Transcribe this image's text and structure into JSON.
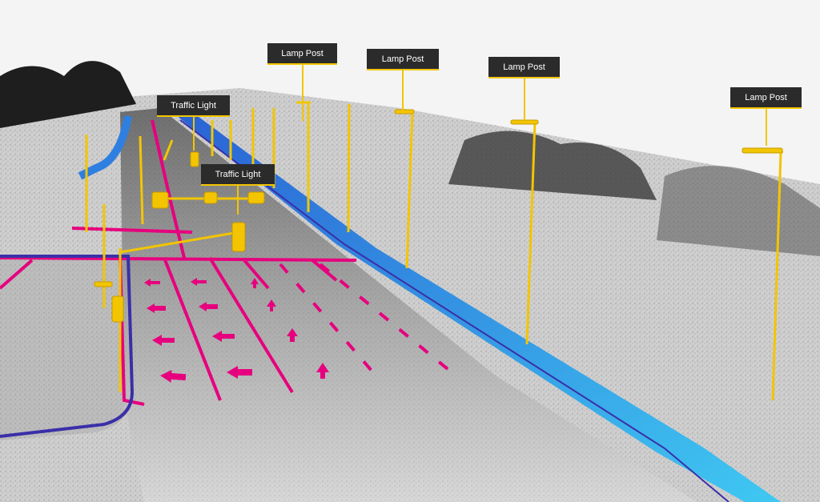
{
  "labels": {
    "lamp_post_1": "Lamp Post",
    "lamp_post_2": "Lamp Post",
    "lamp_post_3": "Lamp Post",
    "lamp_post_4": "Lamp Post",
    "traffic_light_1": "Traffic Light",
    "traffic_light_2": "Traffic Light"
  },
  "colors": {
    "background": "#f4f4f4",
    "road_surface": "#9a9a9a",
    "lane_marking": "#e6007e",
    "curb": "#2f7fe0",
    "curb_highlight": "#38b8f0",
    "median_line": "#3a2fa8",
    "pole": "#f2c500",
    "label_bg": "#2b2b2b"
  },
  "icons": {
    "lane_arrow": "turn-left-arrow-icon",
    "straight_arrow": "straight-arrow-icon"
  }
}
